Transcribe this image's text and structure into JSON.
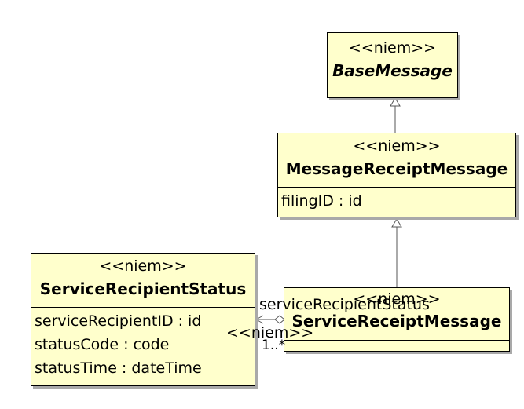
{
  "classes": {
    "base_message": {
      "stereotype": "<<niem>>",
      "name": "BaseMessage"
    },
    "message_receipt_message": {
      "stereotype": "<<niem>>",
      "name": "MessageReceiptMessage",
      "attributes": [
        "filingID : id"
      ]
    },
    "service_recipient_status": {
      "stereotype": "<<niem>>",
      "name": "ServiceRecipientStatus",
      "attributes": [
        "serviceRecipientID : id",
        "statusCode : code",
        "statusTime : dateTime"
      ]
    },
    "service_receipt_message": {
      "stereotype": "<<niem>>",
      "name": "ServiceReceiptMessage"
    }
  },
  "association": {
    "role": "serviceRecipientStatus",
    "stereotype": "<<niem>>",
    "multiplicity": "1..*"
  },
  "colors": {
    "class_fill": "#ffffcc",
    "border": "#000000",
    "shadow": "#a9a9a9"
  }
}
